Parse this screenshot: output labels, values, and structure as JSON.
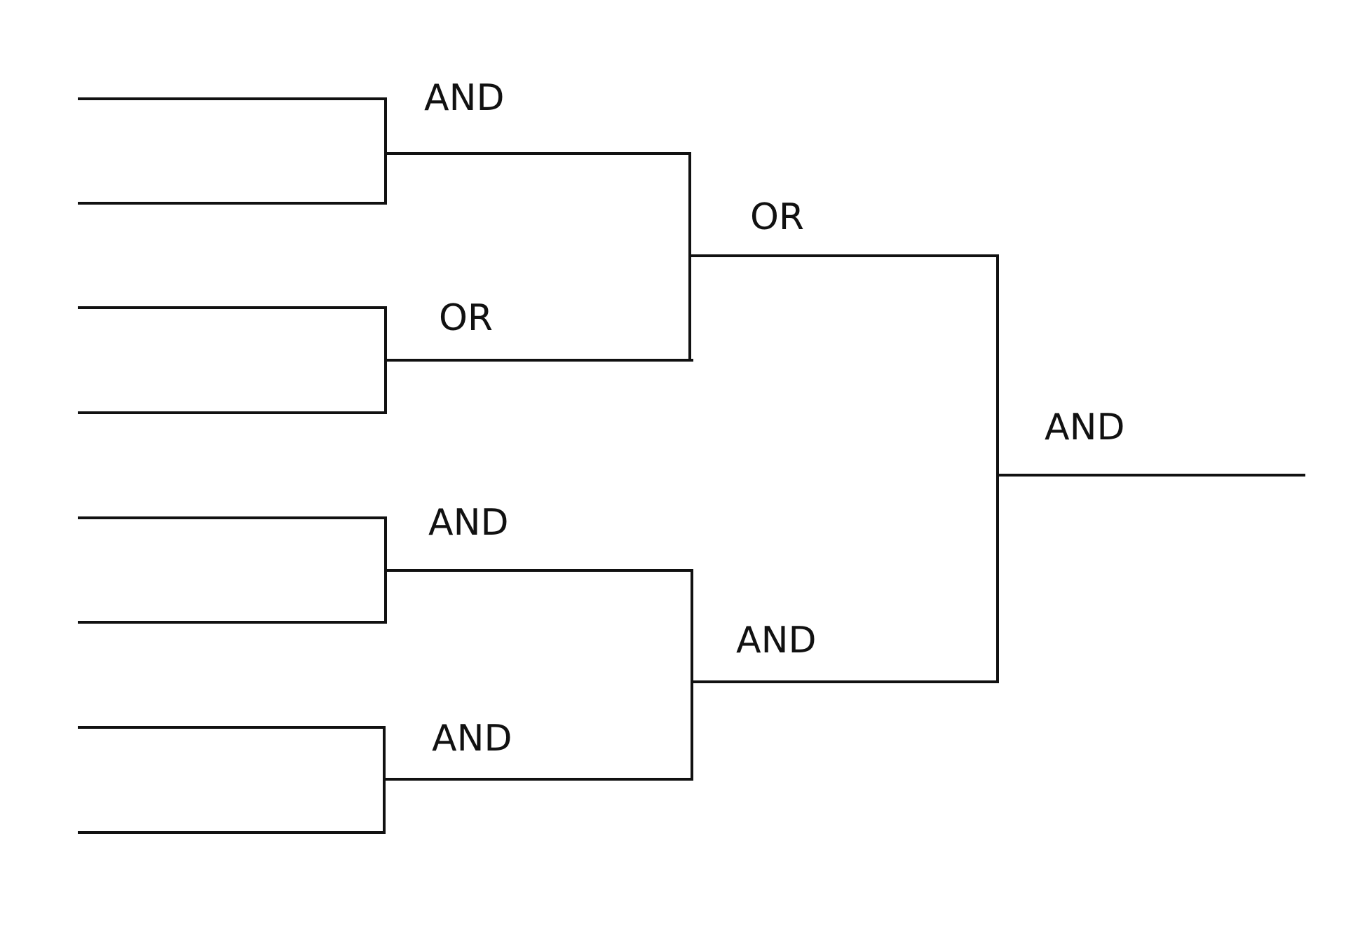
{
  "diagram": {
    "line_color": "#111111",
    "background": "#ffffff",
    "gates": {
      "level1": {
        "gate1": "AND",
        "gate2": "OR",
        "gate3": "AND",
        "gate4": "AND"
      },
      "level2": {
        "gate1": "OR",
        "gate2": "AND"
      },
      "level3": {
        "gate1": "AND"
      }
    }
  }
}
